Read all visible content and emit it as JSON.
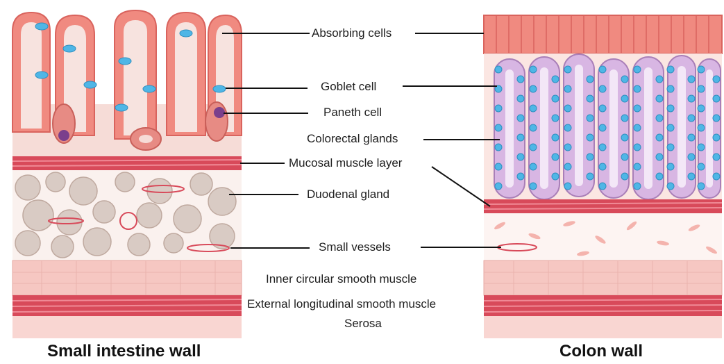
{
  "titles": {
    "small_intestine": "Small intestine wall",
    "colon": "Colon wall"
  },
  "labels": {
    "absorbing_cells": "Absorbing cells",
    "goblet_cell": "Goblet cell",
    "paneth_cell": "Paneth cell",
    "colorectal_glands": "Colorectal glands",
    "mucosal_muscle_layer": "Mucosal muscle layer",
    "duodenal_gland": "Duodenal gland",
    "small_vessels": "Small vessels",
    "inner_circular_smooth_muscle": "Inner circular smooth muscle",
    "external_longitudinal_smooth_muscle": "External longitudinal smooth muscle",
    "serosa": "Serosa"
  },
  "colors": {
    "epithelium": "#f08a80",
    "epithelium_dark": "#d9635d",
    "muscle_band": "#d84a5a",
    "smooth_muscle": "#f6c7c2",
    "serosa": "#f9d6d2",
    "gland": "#d9cbc4",
    "goblet": "#4fb6e6",
    "paneth": "#7a3f8c",
    "colon_gland": "#d8b6e3",
    "connective": "#f4cfc9"
  }
}
